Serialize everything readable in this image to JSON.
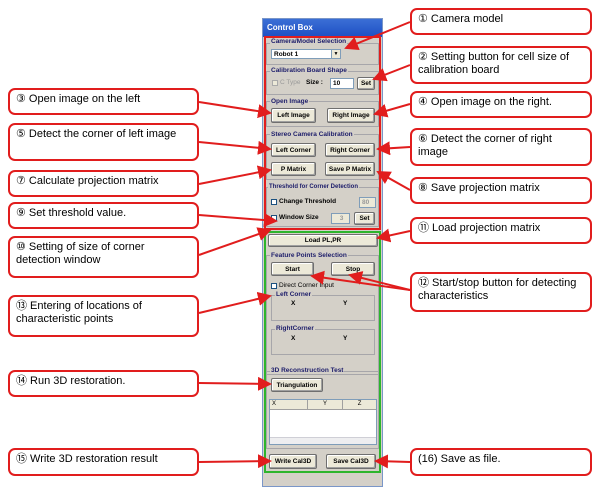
{
  "window": {
    "title": "Control Box"
  },
  "camera": {
    "group_title": "Camera/Model Selection",
    "selected": "Robot 1"
  },
  "calib": {
    "group_title": "Calibration Board Shape",
    "ctype_label": "C Type",
    "size_label": "Size :",
    "size_value": "10",
    "set_label": "Set"
  },
  "open_image": {
    "group_title": "Open Image",
    "left_label": "Left Image",
    "right_label": "Right Image"
  },
  "stereo": {
    "group_title": "Stereo Camera Calibration",
    "left_corner": "Left Corner",
    "right_corner": "Right Corner",
    "p_matrix": "P Matrix",
    "save_p_matrix": "Save P Matrix"
  },
  "threshold": {
    "group_title": "Threshold for Corner Detection",
    "change_label": "Change Threshold",
    "threshold_value": "80",
    "window_label": "Window Size",
    "window_value": "3",
    "set_label": "Set"
  },
  "load_label": "Load PL,PR",
  "feature": {
    "group_title": "Feature Points Selection",
    "start_label": "Start",
    "stop_label": "Stop",
    "direct_label": "Direct Corner Input",
    "left_corner_title": "Left Corner",
    "right_corner_title": "RightCorner",
    "x_label": "X",
    "y_label": "Y"
  },
  "recon": {
    "group_title": "3D Reconstruction Test",
    "triangulation_label": "Triangulation",
    "cols": [
      "X",
      "Y",
      "Z"
    ]
  },
  "write_label": "Write Cal3D",
  "save_label": "Save Cal3D",
  "callouts": {
    "c1": "① Camera model",
    "c2": "② Setting button for cell size of calibration board",
    "c3": "③ Open image on the left",
    "c4": "④ Open image on the right.",
    "c5": "⑤ Detect the corner of left image",
    "c6": "⑥ Detect the corner of right image",
    "c7": "⑦ Calculate projection matrix",
    "c8": "⑧ Save projection matrix",
    "c9": "⑨ Set threshold value.",
    "c10": "⑩ Setting of size of corner detection window",
    "c11": "⑪ Load projection matrix",
    "c12": "⑫ Start/stop button for detecting characteristics",
    "c13": "⑬ Entering of locations of characteristic points",
    "c14": "⑭ Run 3D restoration.",
    "c15": "⑮ Write 3D restoration result",
    "c16": "(16) Save as file."
  },
  "colors": {
    "callout_border": "#e11d1d",
    "green_frame": "#2db52d",
    "title_bar": "#1d4fc4"
  }
}
